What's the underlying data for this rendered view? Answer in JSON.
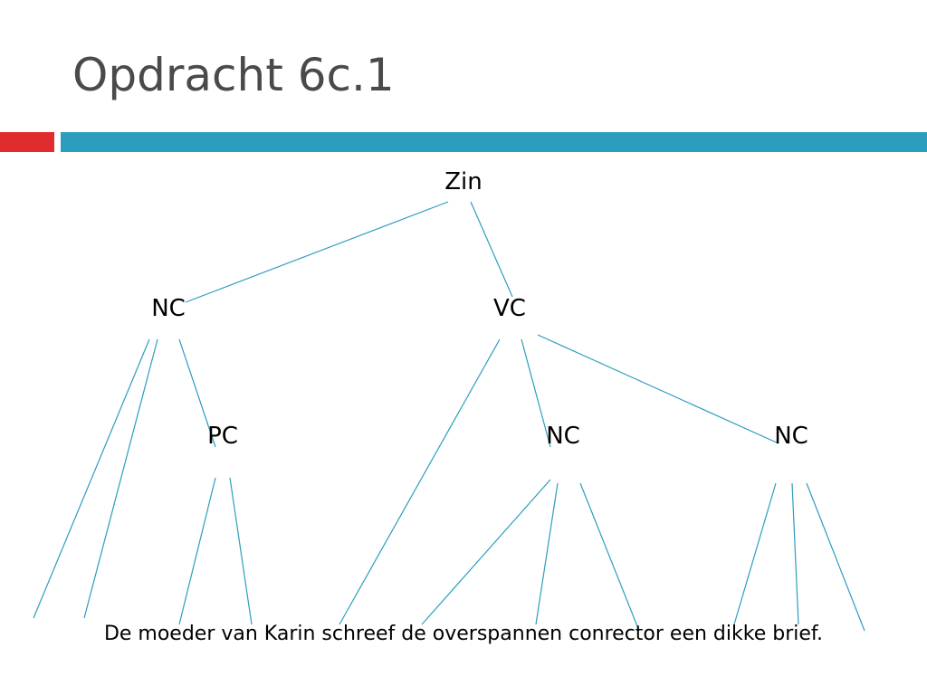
{
  "slide": {
    "title": "Opdracht 6c.1"
  },
  "colors": {
    "accent_red": "#e02b2f",
    "accent_blue": "#2b9ebd",
    "edge_color": "#2b9ebd",
    "title_color": "#4a4a4a"
  },
  "tree": {
    "nodes": {
      "zin": "Zin",
      "nc_subject": "NC",
      "vc": "VC",
      "pc": "PC",
      "nc_object_1": "NC",
      "nc_object_2": "NC"
    },
    "sentence": "De moeder van Karin schreef de overspannen conrector een dikke brief."
  }
}
